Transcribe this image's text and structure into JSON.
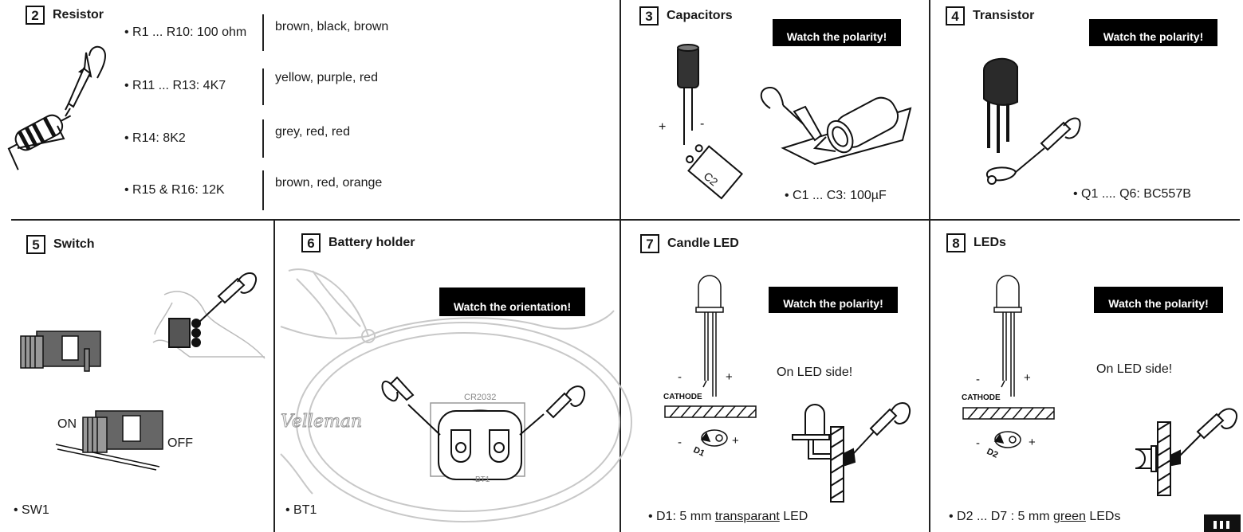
{
  "sections": {
    "resistor": {
      "num": "2",
      "title": "Resistor",
      "rows": [
        {
          "label": "• R1 ... R10: 100 ohm",
          "colors": "brown, black, brown"
        },
        {
          "label": "• R11 ... R13: 4K7",
          "colors": "yellow, purple, red"
        },
        {
          "label": "• R14: 8K2",
          "colors": "grey, red, red"
        },
        {
          "label": "• R15 & R16: 12K",
          "colors": "brown, red, orange"
        }
      ]
    },
    "capacitors": {
      "num": "3",
      "title": "Capacitors",
      "badge": "Watch the polarity!",
      "plus": "+",
      "minus": "-",
      "pcb_label": "C2",
      "list": "• C1 ... C3: 100µF"
    },
    "transistor": {
      "num": "4",
      "title": "Transistor",
      "badge": "Watch the polarity!",
      "list": "• Q1 .... Q6: BC557B"
    },
    "switch": {
      "num": "5",
      "title": "Switch",
      "on": "ON",
      "off": "OFF",
      "list": "• SW1"
    },
    "battery": {
      "num": "6",
      "title": "Battery holder",
      "badge": "Watch the orientation!",
      "cell_label": "CR2032",
      "pcb_label": "BT1",
      "brand": "Velleman",
      "list": "• BT1"
    },
    "candle_led": {
      "num": "7",
      "title": "Candle LED",
      "badge": "Watch the polarity!",
      "cathode": "CATHODE",
      "minus": "-",
      "plus": "+",
      "pcb_label": "D1",
      "side_note": "On LED side!",
      "list_prefix": "• D1: 5 mm ",
      "list_underlined": "transparant",
      "list_suffix": " LED"
    },
    "leds": {
      "num": "8",
      "title": "LEDs",
      "badge": "Watch the polarity!",
      "cathode": "CATHODE",
      "minus": "-",
      "plus": "+",
      "pcb_label": "D2",
      "side_note": "On LED side!",
      "list_prefix": "• D2 ... D7 : 5 mm ",
      "list_underlined": "green",
      "list_suffix": " LEDs"
    }
  },
  "colors": {
    "ink": "#1a1a1a",
    "badge_bg": "#000000",
    "badge_fg": "#ffffff"
  }
}
